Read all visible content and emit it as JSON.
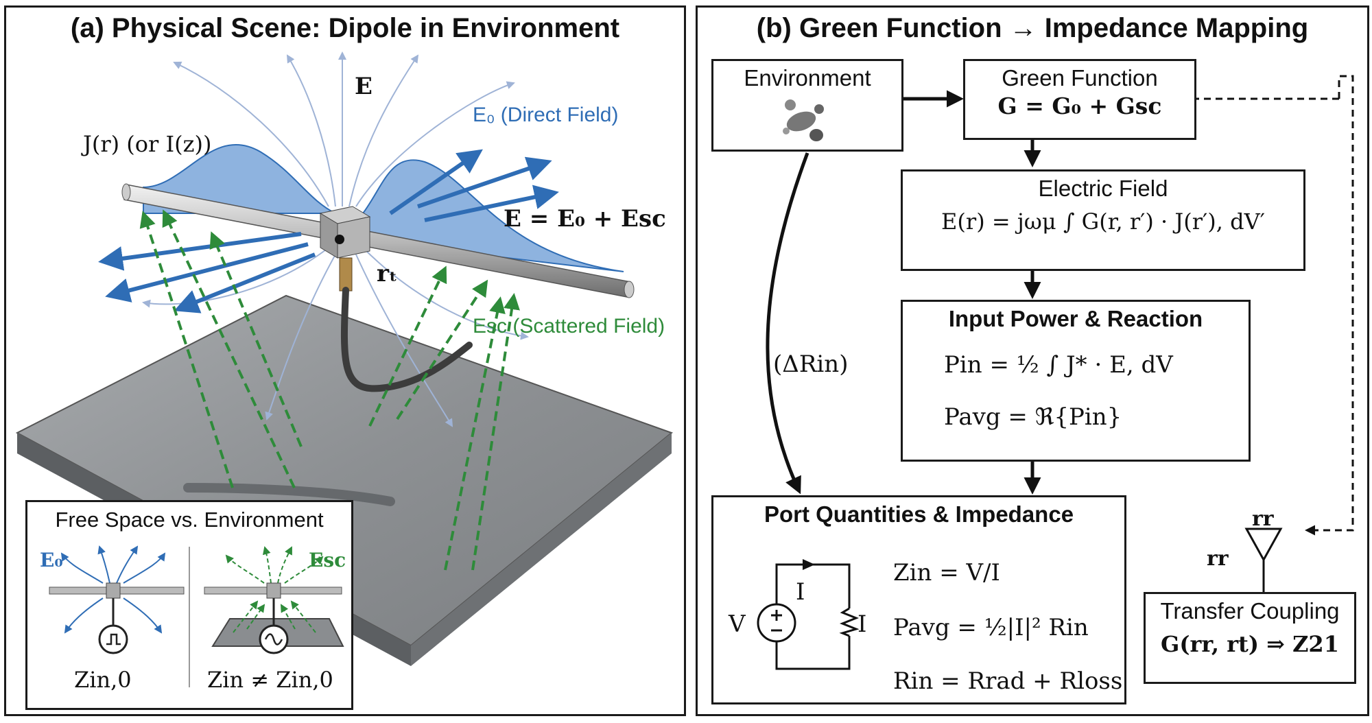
{
  "panel_a": {
    "title": "(a) Physical Scene: Dipole in Environment",
    "label_E": "E",
    "label_E0": "E₀ (Direct Field)",
    "label_J": "J(r) (or I(z))",
    "label_E_sum": "E = E₀ + Esc",
    "label_rt": "rₜ",
    "label_Esc": "Esc (Scattered Field)",
    "inset": {
      "title": "Free Space vs. Environment",
      "left_label": "E₀",
      "right_label": "Esc",
      "left_z": "Zin,0",
      "right_z": "Zin ≠ Zin,0"
    },
    "colors": {
      "blue": "#2f6db5",
      "green": "#2e8b3a",
      "plate": "#8a8d90"
    }
  },
  "panel_b": {
    "title": "(b) Green Function → Impedance Mapping",
    "environment": {
      "label": "Environment"
    },
    "green_function": {
      "label": "Green Function",
      "eq": "G = G₀ + Gsc"
    },
    "electric_field": {
      "label": "Electric Field",
      "eq": "E(r) = jωμ ∫ G(r, r′) · J(r′), dV′"
    },
    "input_power": {
      "label": "Input Power & Reaction",
      "eq1": "Pin = ½ ∫ J* · E, dV",
      "eq2": "Pavg = ℜ{Pin}"
    },
    "delta_r": "(ΔRin)",
    "port": {
      "label": "Port Quantities & Impedance",
      "V": "V",
      "I_top": "I",
      "I_side": "I",
      "eq1": "Zin = V/I",
      "eq2": "Pavg = ½|I|² Rin",
      "eq3": "Rin = Rrad + Rloss"
    },
    "rr_top": "rr",
    "rr_left": "rr",
    "transfer": {
      "label": "Transfer Coupling",
      "eq": "G(rr, rt) ⇒ Z21"
    }
  }
}
